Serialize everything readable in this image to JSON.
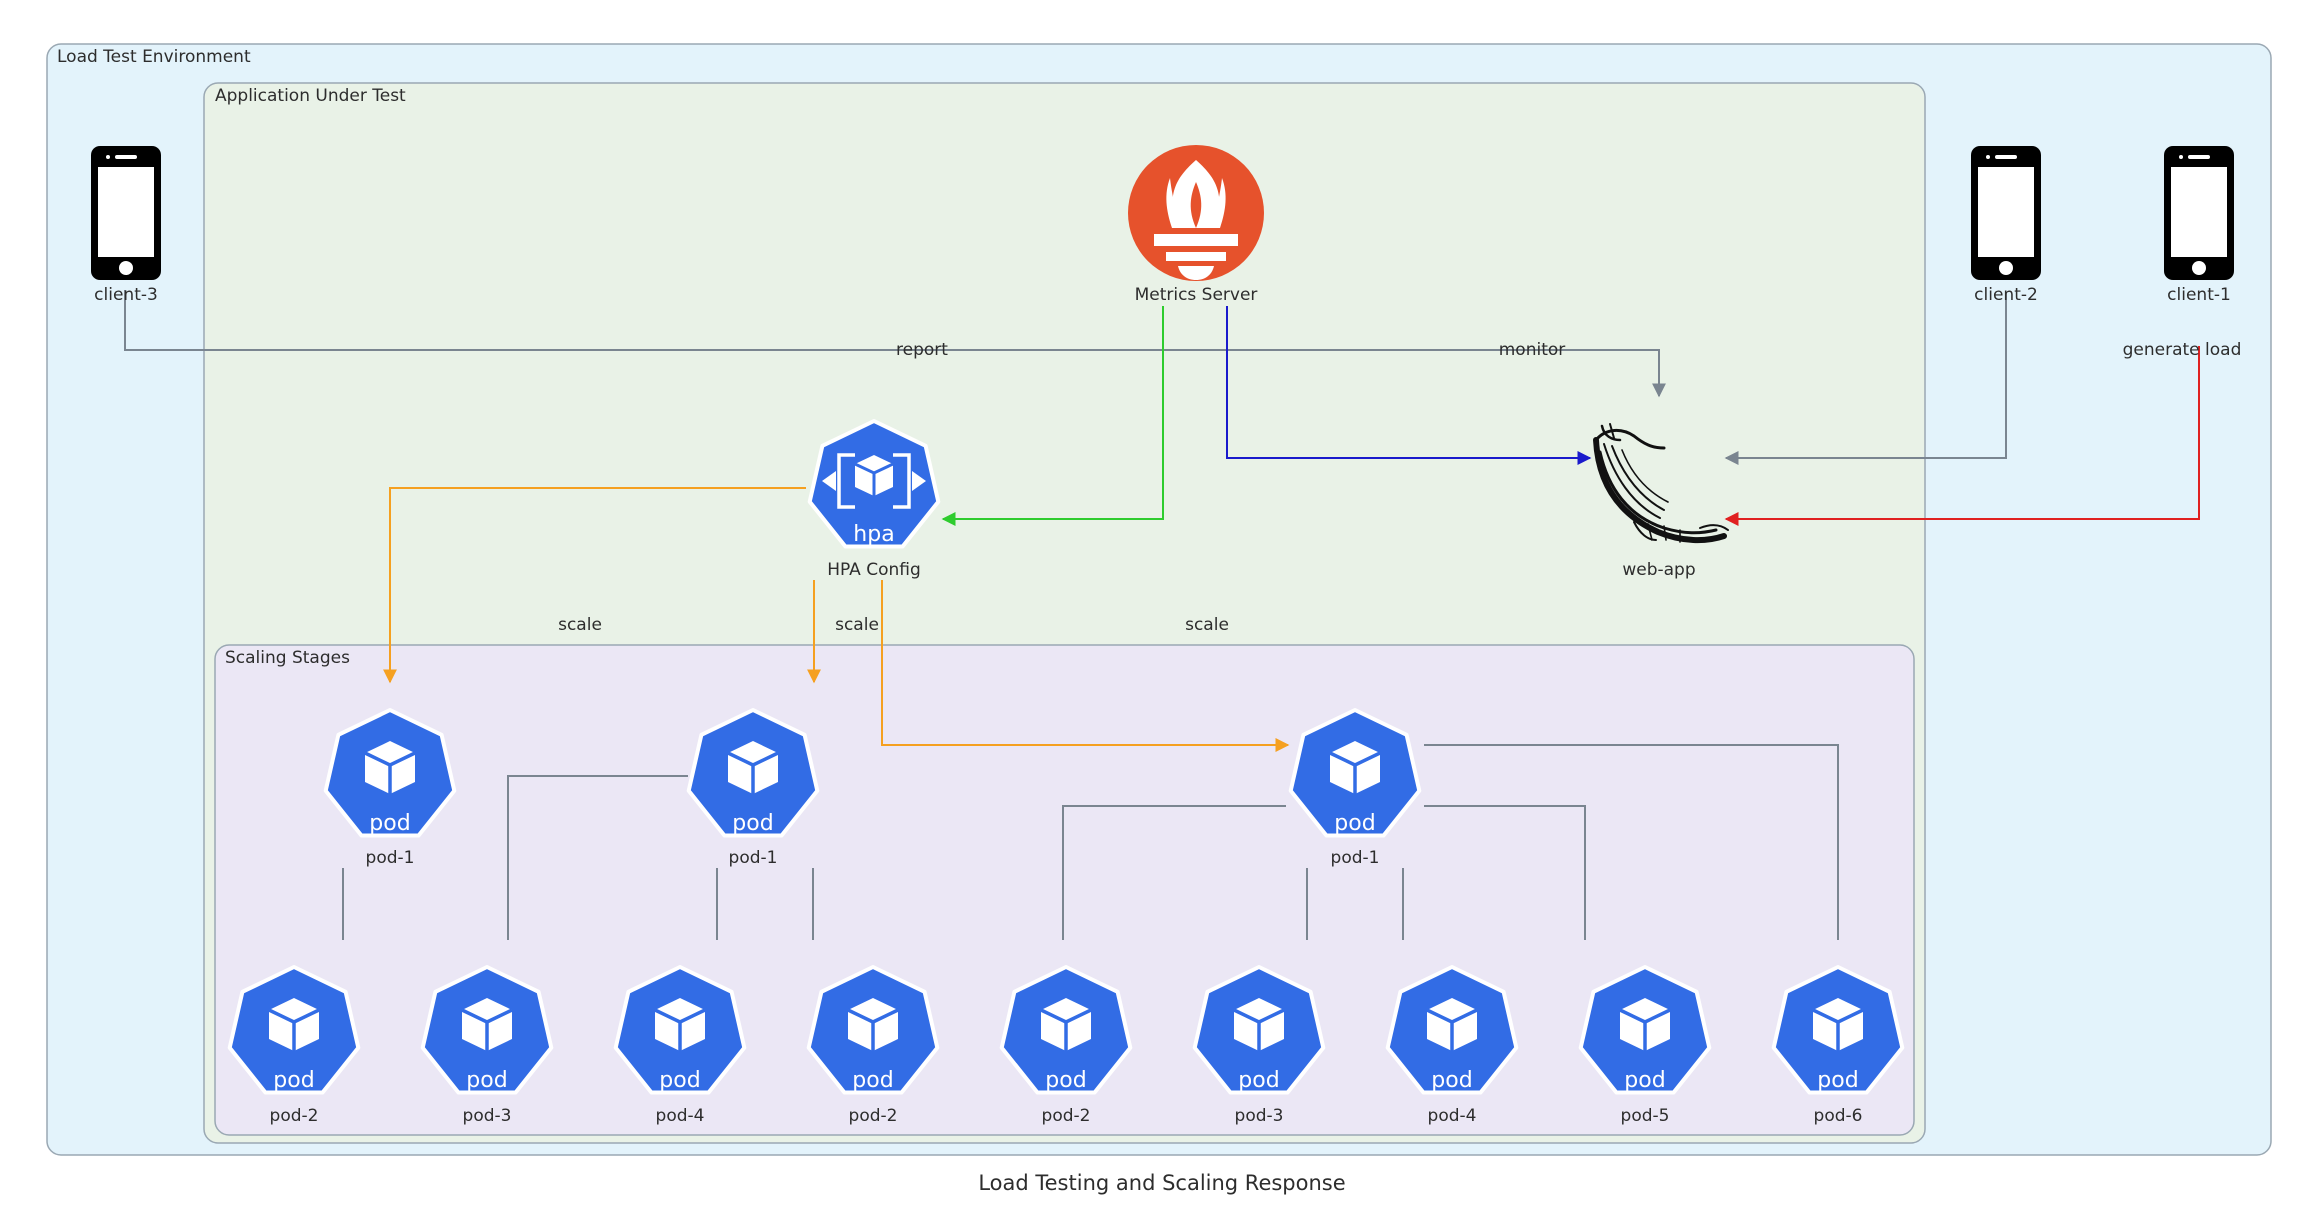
{
  "title": "Load Testing and Scaling Response",
  "clusters": {
    "outer": "Load Test Environment",
    "app": "Application Under Test",
    "stages": "Scaling Stages"
  },
  "nodes": {
    "client3": "client-3",
    "client2": "client-2",
    "client1": "client-1",
    "metrics": "Metrics Server",
    "hpa": "HPA Config",
    "hpa_icon_text": "hpa",
    "webapp": "web-app",
    "pod_icon_text": "pod",
    "stage1_head": "pod-1",
    "stage2_head": "pod-1",
    "stage3_head": "pod-1",
    "bottom": [
      "pod-2",
      "pod-3",
      "pod-4",
      "pod-2",
      "pod-2",
      "pod-3",
      "pod-4",
      "pod-5",
      "pod-6"
    ]
  },
  "edges": {
    "report": "report",
    "monitor": "monitor",
    "generate_load": "generate load",
    "scale1": "scale",
    "scale2": "scale",
    "scale3": "scale"
  },
  "colors": {
    "outer_fill": "#e3f3fb",
    "app_fill": "#e9f2e7",
    "stages_fill": "#ebe7f5",
    "k8s_blue": "#326ce5",
    "prometheus": "#e6522c",
    "orange": "#f5a020",
    "green": "#2ecc2e",
    "blue": "#1a1acc",
    "red": "#e02020",
    "gray": "#7a8590"
  }
}
